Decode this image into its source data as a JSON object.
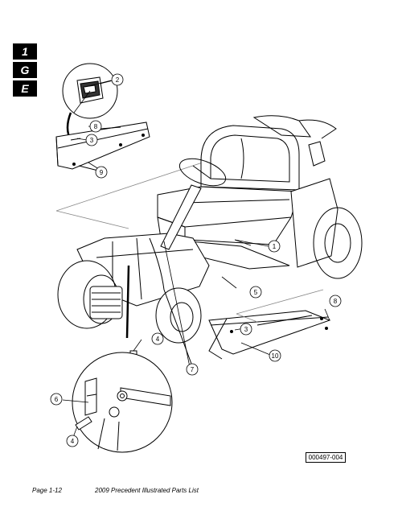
{
  "tabs": [
    "1",
    "G",
    "E"
  ],
  "callouts": {
    "c1": "1",
    "c2": "2",
    "c3a": "3",
    "c3b": "3",
    "c4a": "4",
    "c4b": "4",
    "c5": "5",
    "c6": "6",
    "c7": "7",
    "c8a": "8",
    "c8b": "8",
    "c9": "9",
    "c10": "10"
  },
  "figure_ref": "000497-004",
  "footer": {
    "page": "Page 1-12",
    "title": "2009 Precedent Illustrated Parts List"
  }
}
